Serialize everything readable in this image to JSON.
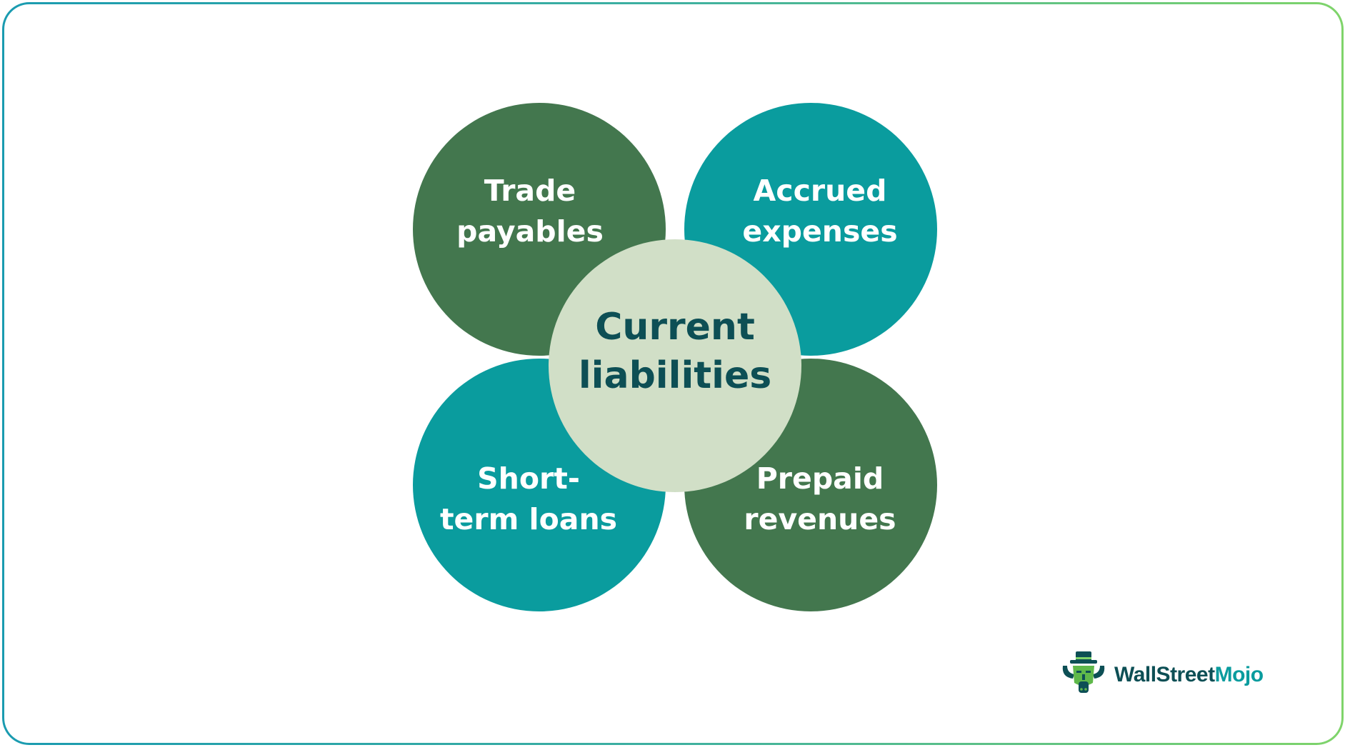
{
  "diagram": {
    "center": {
      "label": "Current\nliabilities"
    },
    "items": [
      {
        "label": "Trade\npayables"
      },
      {
        "label": "Accrued\nexpenses"
      },
      {
        "label": "Short-\nterm loans"
      },
      {
        "label": "Prepaid\nrevenues"
      }
    ]
  },
  "brand": {
    "name_part1": "WallStreet",
    "name_part2": "Mojo",
    "icon": "bull-mascot-icon"
  },
  "colors": {
    "dark_green": "#43774e",
    "teal": "#0a9c9e",
    "center_fill": "#d1dfc7",
    "center_text": "#0d4f55",
    "brand_dark": "#0d4f55",
    "brand_teal": "#0a9c9e"
  }
}
